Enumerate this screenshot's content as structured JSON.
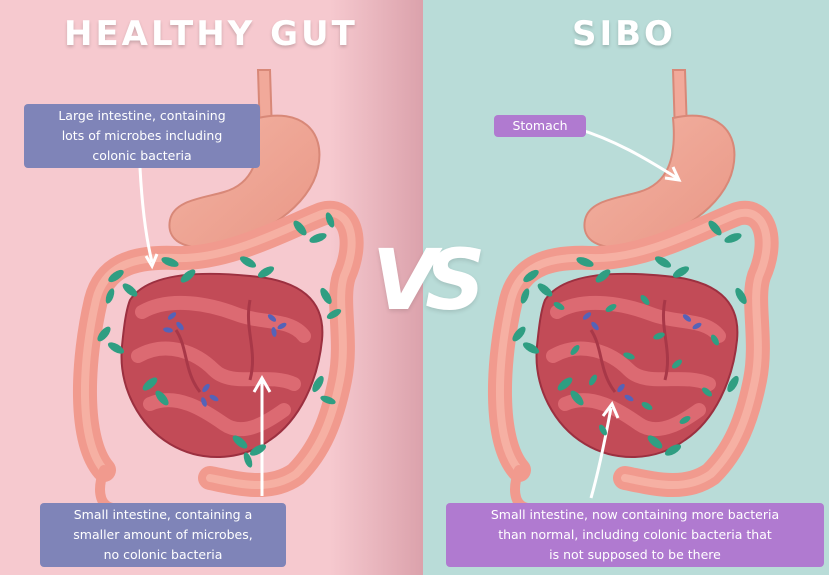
{
  "titles": {
    "left": "HEALTHY GUT",
    "right": "SIBO"
  },
  "vs": "VS",
  "labels": {
    "large_intestine": [
      "Large intestine, containing",
      "lots of microbes including",
      "colonic bacteria"
    ],
    "small_intestine_healthy": [
      "Small intestine, containing a",
      "smaller amount of microbes,",
      "no colonic bacteria"
    ],
    "stomach": "Stomach",
    "small_intestine_sibo": [
      "Small intestine, now containing more bacteria",
      "than normal, including colonic bacteria that",
      "is not supposed to be there"
    ]
  },
  "colors": {
    "left_background": "#f6c9cf",
    "right_background": "#b9dcd8",
    "label_blue": "#7f84b8",
    "label_purple": "#b07ad0",
    "colonic_bacteria": "#2f9e82",
    "small_intestine_bacteria": "#5563b8"
  }
}
